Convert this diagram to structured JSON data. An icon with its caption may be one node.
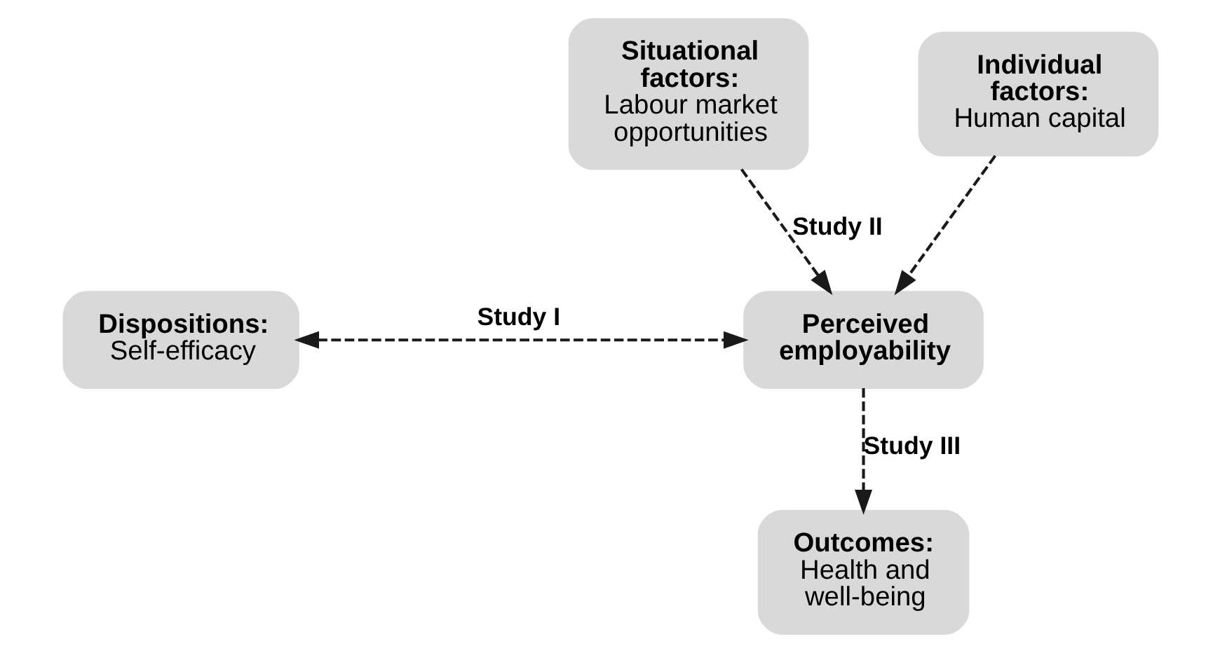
{
  "diagram": {
    "nodes": [
      {
        "text": [
          "Situational factors:",
          "Labour market opportunities"
        ]
      },
      {
        "text": [
          "Individual factors:",
          "Human capital"
        ]
      },
      {
        "text": [
          "Dispositions:",
          "Self-efficacy"
        ]
      },
      {
        "text": [
          "Perceived employability"
        ]
      },
      {
        "text": [
          "Outcomes:",
          "Health and well-being"
        ]
      }
    ],
    "edges": [
      {
        "from": 0,
        "to": 3,
        "arrow": "to",
        "style": "dashed",
        "label": "Study II"
      },
      {
        "from": 1,
        "to": 3,
        "arrow": "to",
        "style": "dashed"
      },
      {
        "from": 2,
        "to": 3,
        "arrow": "both",
        "style": "dashed",
        "label": "Study I"
      },
      {
        "from": 3,
        "to": 4,
        "arrow": "to",
        "style": "dashed",
        "label": "Study III"
      }
    ]
  }
}
